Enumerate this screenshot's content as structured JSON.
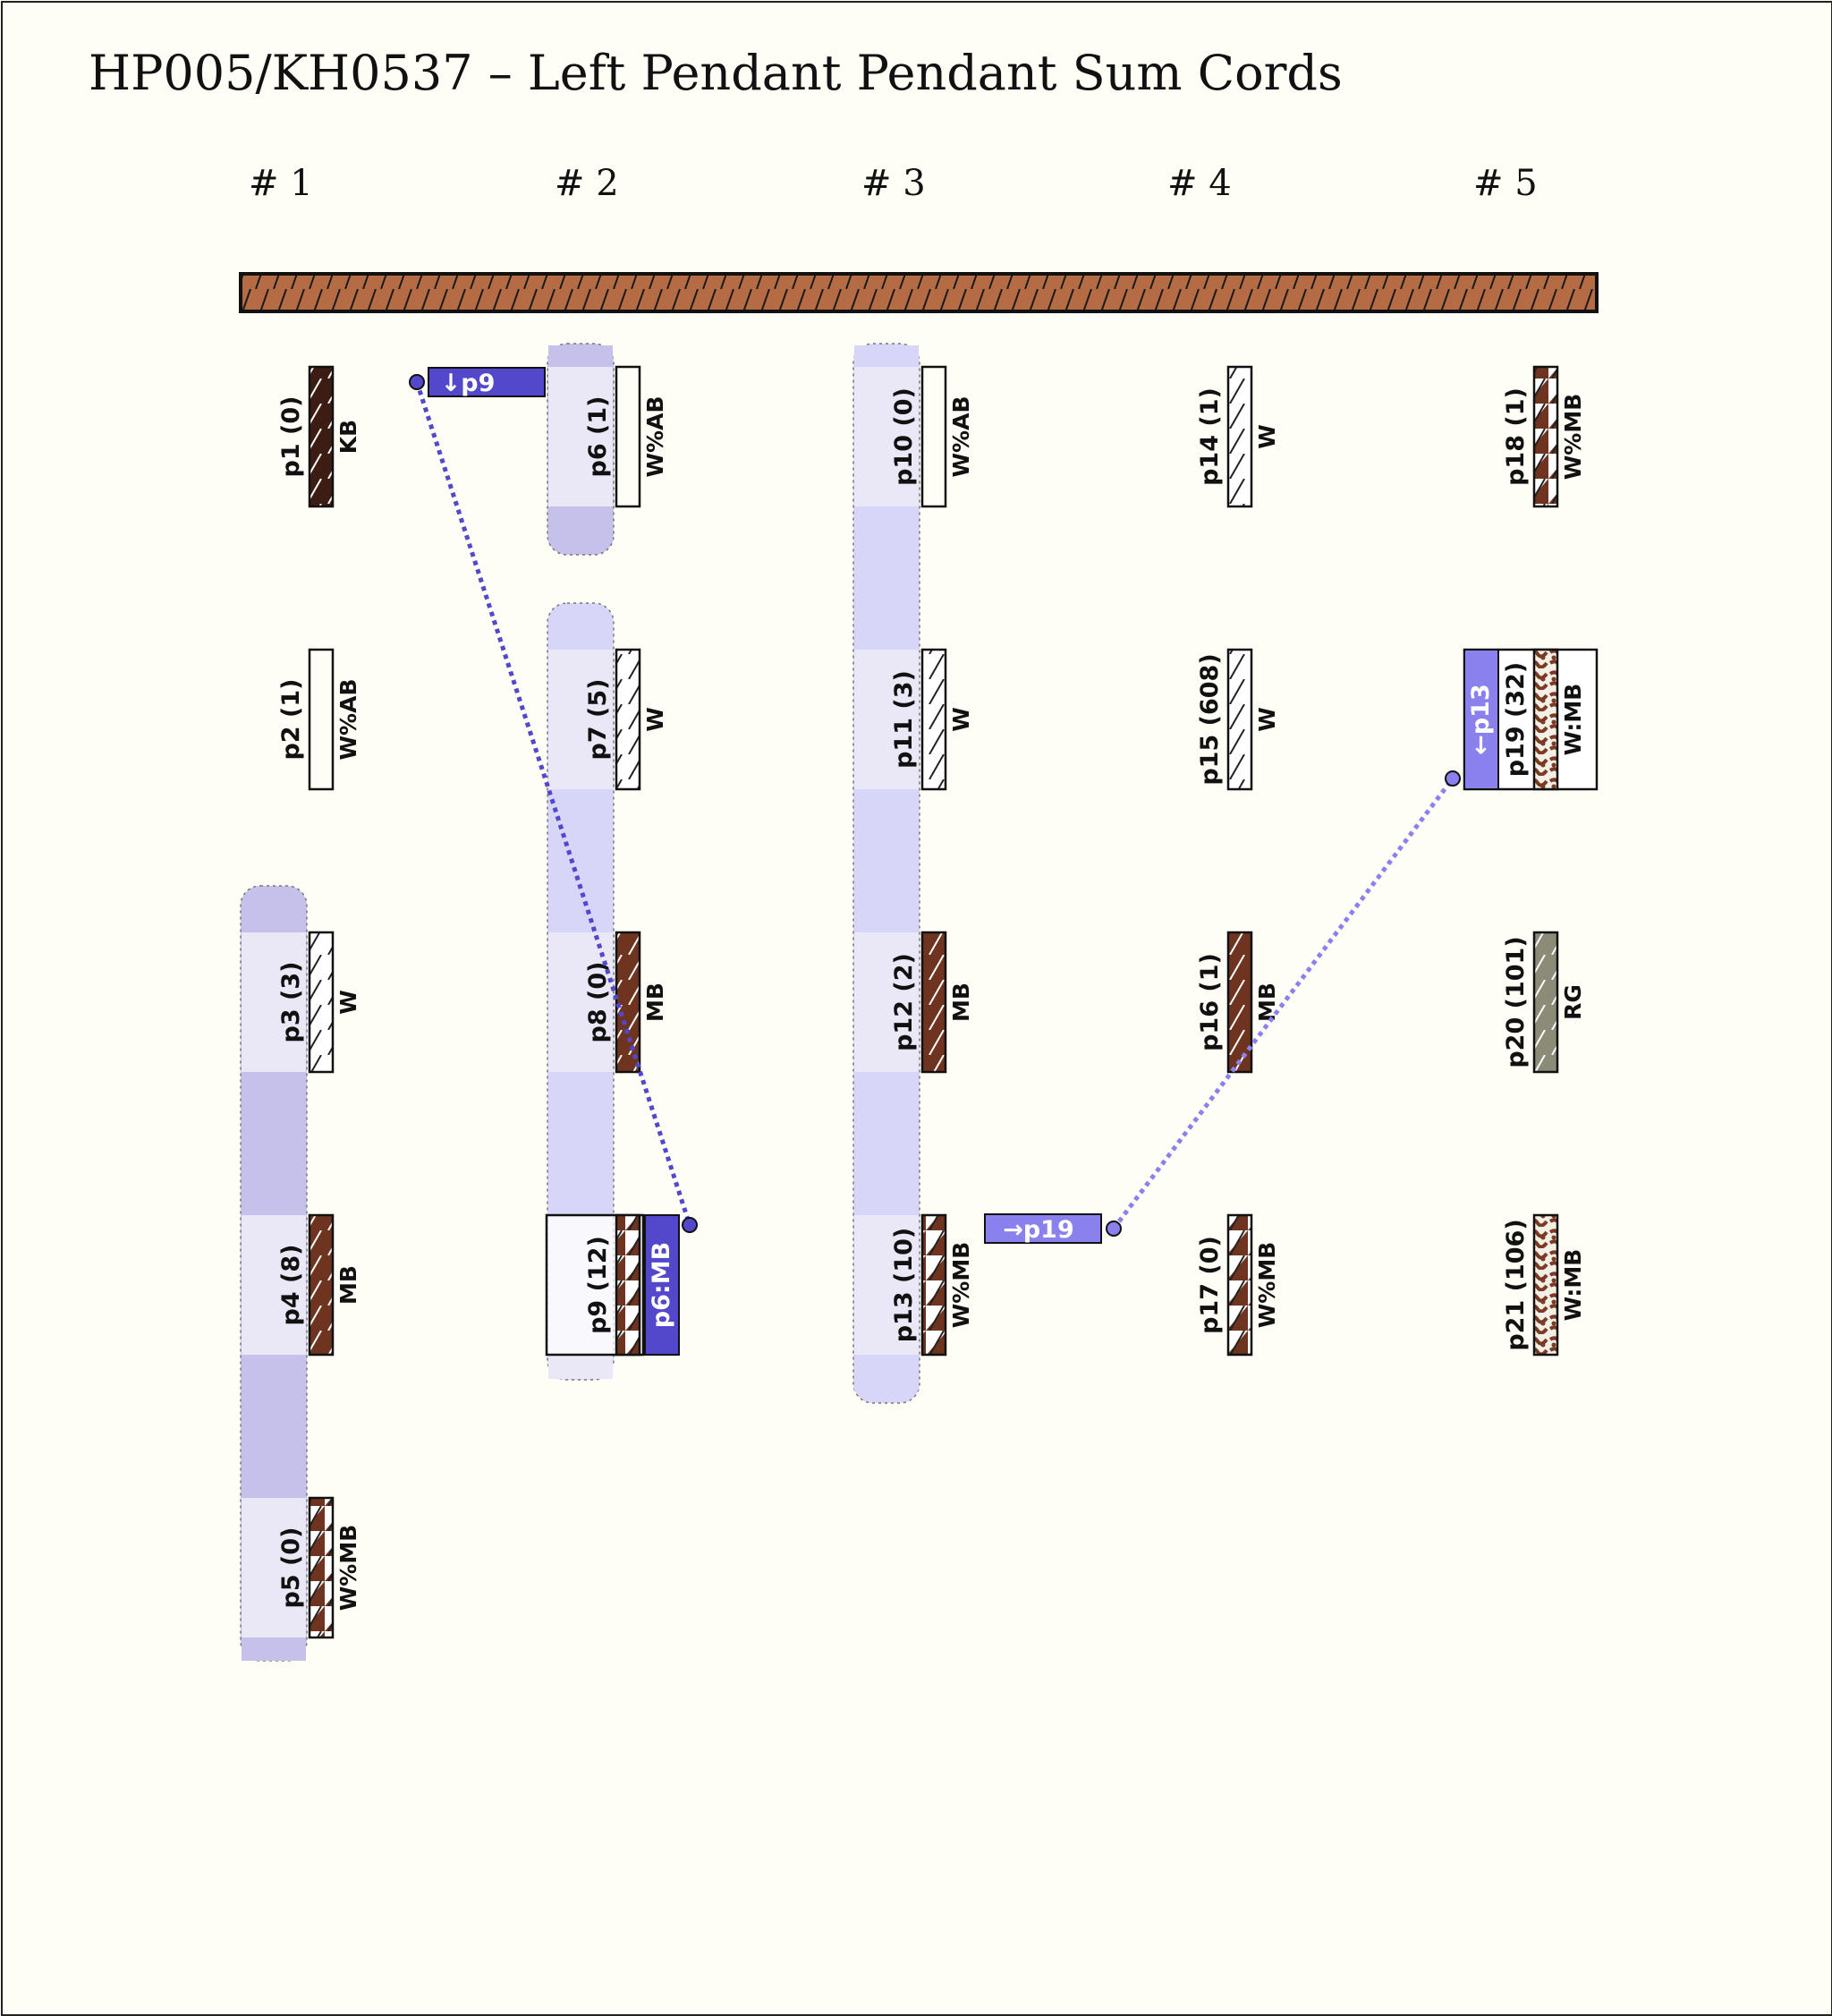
{
  "title": "HP005/KH0537 – Left Pendant Pendant Sum Cords",
  "groups": [
    "# 1",
    "# 2",
    "# 3",
    "# 4",
    "# 5"
  ],
  "colors": {
    "background": "#fefdf6",
    "primary_cord": "#b56c45",
    "KB": "#3d1c14",
    "AB": "#c0784e",
    "MB": "#6e3420",
    "W": "#ffffff",
    "RG": "#8b8b78",
    "sum_link_dark": "#5347cc",
    "sum_link_light": "#8a80ee",
    "band_a": "#eae7f6",
    "band_b": "#c6c1ea",
    "band_c": "#d8d6f8"
  },
  "cords": [
    {
      "id": "p1",
      "label": "p1 (0)",
      "color": "KB",
      "group": 1,
      "row": 0
    },
    {
      "id": "p2",
      "label": "p2 (1)",
      "color": "W%AB",
      "group": 1,
      "row": 1
    },
    {
      "id": "p3",
      "label": "p3 (3)",
      "color": "W",
      "group": 1,
      "row": 2
    },
    {
      "id": "p4",
      "label": "p4 (8)",
      "color": "MB",
      "group": 1,
      "row": 3
    },
    {
      "id": "p5",
      "label": "p5 (0)",
      "color": "W%MB",
      "group": 1,
      "row": 4
    },
    {
      "id": "p6",
      "label": "p6 (1)",
      "color": "W%AB",
      "group": 2,
      "row": 0
    },
    {
      "id": "p7",
      "label": "p7 (5)",
      "color": "W",
      "group": 2,
      "row": 1
    },
    {
      "id": "p8",
      "label": "p8 (0)",
      "color": "MB",
      "group": 2,
      "row": 2
    },
    {
      "id": "p9",
      "label": "p9 (12)",
      "color": "",
      "group": 2,
      "row": 3
    },
    {
      "id": "p10",
      "label": "p10 (0)",
      "color": "W%AB",
      "group": 3,
      "row": 0
    },
    {
      "id": "p11",
      "label": "p11 (3)",
      "color": "W",
      "group": 3,
      "row": 1
    },
    {
      "id": "p12",
      "label": "p12 (2)",
      "color": "MB",
      "group": 3,
      "row": 2
    },
    {
      "id": "p13",
      "label": "p13 (10)",
      "color": "W%MB",
      "group": 3,
      "row": 3
    },
    {
      "id": "p14",
      "label": "p14 (1)",
      "color": "W",
      "group": 4,
      "row": 0
    },
    {
      "id": "p15",
      "label": "p15 (608)",
      "color": "W",
      "group": 4,
      "row": 1
    },
    {
      "id": "p16",
      "label": "p16 (1)",
      "color": "MB",
      "group": 4,
      "row": 2
    },
    {
      "id": "p17",
      "label": "p17 (0)",
      "color": "W%MB",
      "group": 4,
      "row": 3
    },
    {
      "id": "p18",
      "label": "p18 (1)",
      "color": "W%MB",
      "group": 5,
      "row": 0
    },
    {
      "id": "p19",
      "label": "p19 (32)",
      "color": "W:MB",
      "group": 5,
      "row": 1
    },
    {
      "id": "p20",
      "label": "p20 (101)",
      "color": "RG",
      "group": 5,
      "row": 2
    },
    {
      "id": "p21",
      "label": "p21 (106)",
      "color": "W:MB",
      "group": 5,
      "row": 3
    }
  ],
  "sum_links": [
    {
      "tag": "↓p9",
      "from": "p6",
      "to": "p9"
    },
    {
      "tag": "p6:MB",
      "from": "p9",
      "to": "p6"
    },
    {
      "tag": "→p19",
      "from": "p13",
      "to": "p19"
    },
    {
      "tag": "←p13",
      "from": "p19",
      "to": "p13"
    }
  ]
}
